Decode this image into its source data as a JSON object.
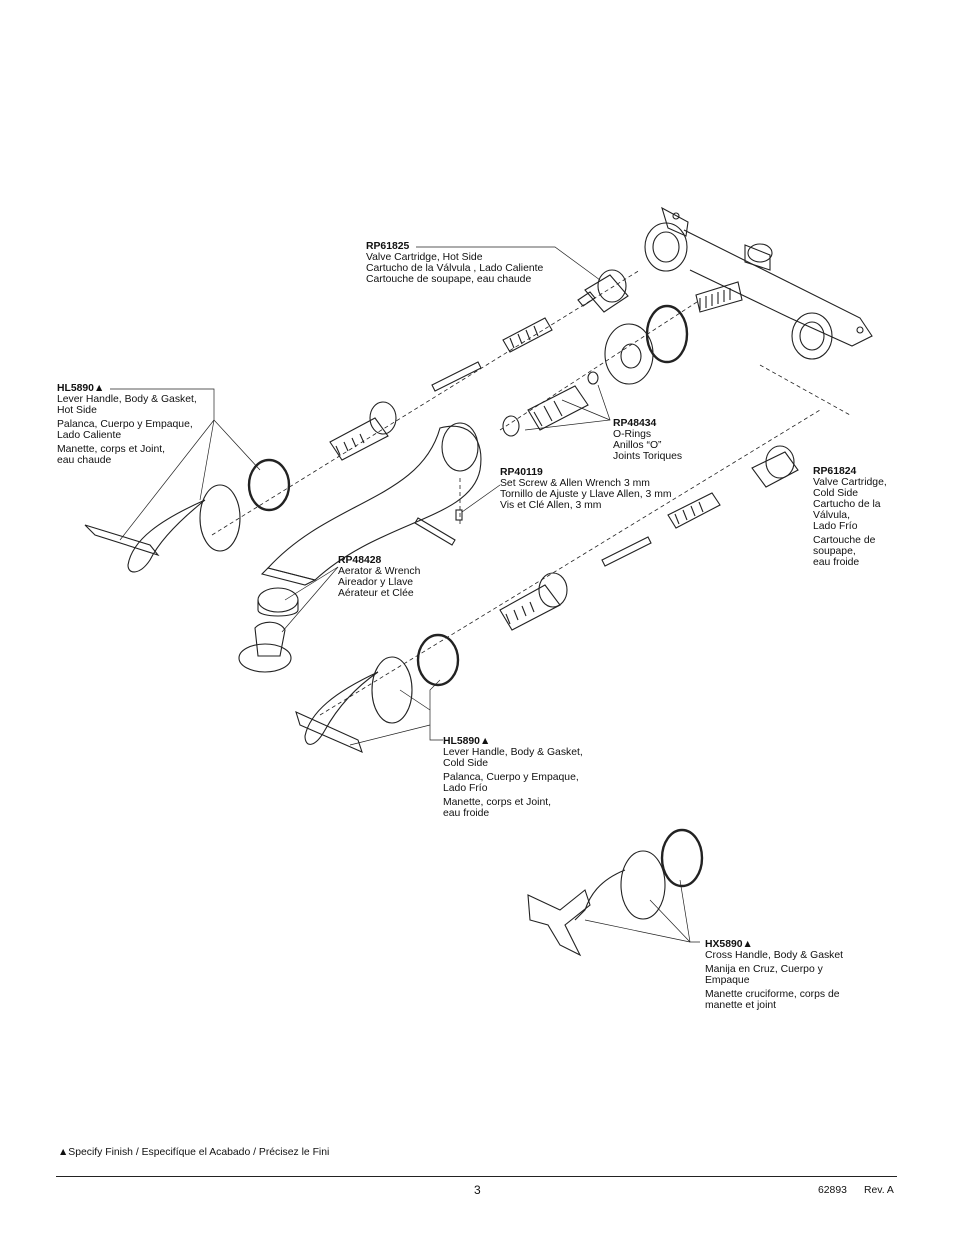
{
  "callouts": {
    "rp61825": {
      "part": "RP61825",
      "lines": [
        "Valve Cartridge, Hot Side",
        "Cartucho de la Válvula , Lado Caliente",
        "Cartouche de soupape, eau chaude"
      ]
    },
    "hl5890_hot": {
      "part": "HL5890▲",
      "lines": [
        "Lever Handle, Body & Gasket,",
        "Hot Side",
        "Palanca, Cuerpo y Empaque,",
        "Lado Caliente",
        "Manette, corps et Joint,",
        "eau chaude"
      ]
    },
    "rp48434": {
      "part": "RP48434",
      "lines": [
        "O-Rings",
        "Anillos “O”",
        "Joints Toriques"
      ]
    },
    "rp40119": {
      "part": "RP40119",
      "lines": [
        "Set Screw & Allen Wrench 3 mm",
        "Tornillo de Ajuste y Llave Allen, 3 mm",
        "Vis et Clé Allen, 3 mm"
      ]
    },
    "rp61824": {
      "part": "RP61824",
      "lines": [
        "Valve Cartridge,",
        "Cold Side",
        "Cartucho de la",
        "Válvula,",
        "Lado Frío",
        "Cartouche de",
        "soupape,",
        "eau froide"
      ]
    },
    "rp48428": {
      "part": "RP48428",
      "lines": [
        "Aerator & Wrench",
        "Aireador y Llave",
        "Aérateur et Clée"
      ]
    },
    "hl5890_cold": {
      "part": "HL5890▲",
      "lines": [
        "Lever Handle, Body & Gasket,",
        "Cold Side",
        "Palanca, Cuerpo y Empaque,",
        "Lado Frío",
        "Manette, corps et Joint,",
        "eau froide"
      ]
    },
    "hx5890": {
      "part": "HX5890▲",
      "lines": [
        "Cross Handle, Body & Gasket",
        "Manija en Cruz, Cuerpo y",
        "Empaque",
        "Manette cruciforme, corps de",
        "manette et joint"
      ]
    }
  },
  "footer": {
    "footnote": "▲Specify Finish / Especifíque el Acabado / Précisez le Fini",
    "page_number": "3",
    "doc_number": "62893",
    "revision": "Rev. A"
  }
}
